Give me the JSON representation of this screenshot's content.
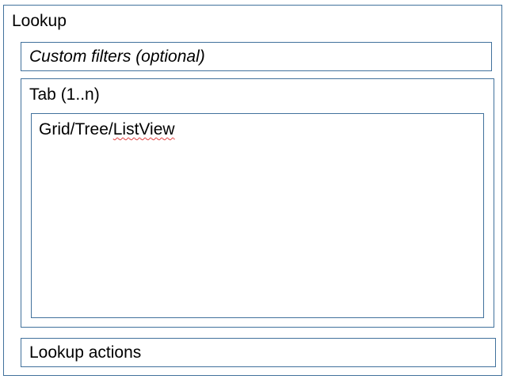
{
  "lookup": {
    "title": "Lookup",
    "custom_filters": {
      "label": "Custom filters (optional)"
    },
    "tab": {
      "label": "Tab (1..n)",
      "view": {
        "label_prefix": "Grid/Tree/",
        "label_flagged": "ListView"
      }
    },
    "actions": {
      "label": "Lookup actions"
    }
  },
  "colors": {
    "border": "#41719C",
    "background": "#FFFFFF",
    "text": "#000000",
    "spellcheck_underline": "#E04040"
  }
}
